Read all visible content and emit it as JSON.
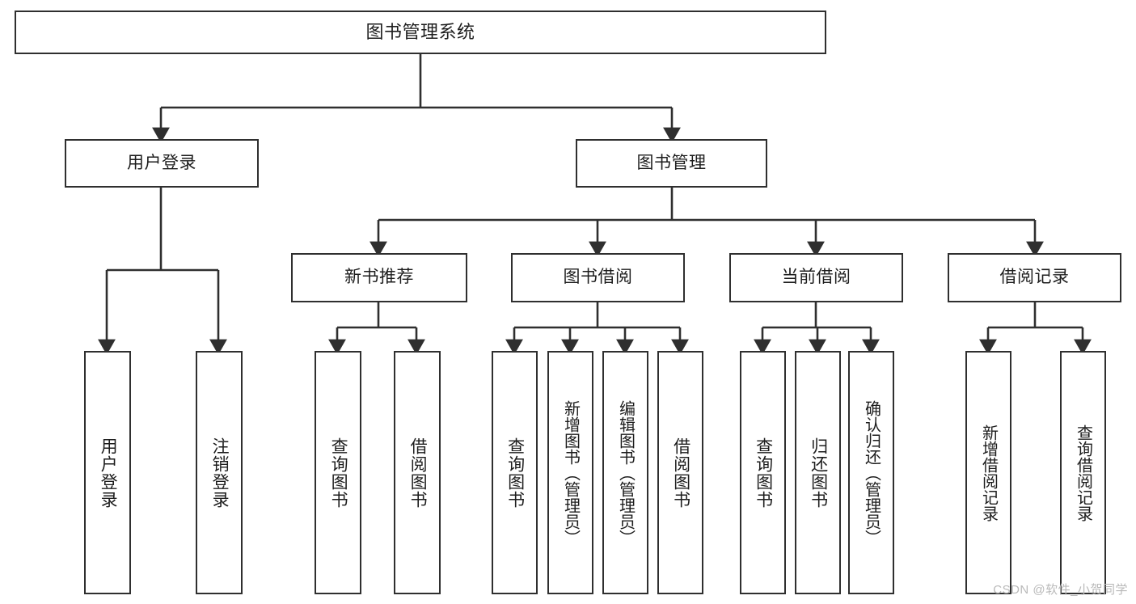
{
  "diagram": {
    "type": "tree-hierarchy-chart",
    "title": "图书管理系统",
    "line_color": "#2f2f2f",
    "box_fill": "#ffffff",
    "text_color": "#1d1d1d",
    "levels": [
      {
        "level": 1,
        "nodes": [
          {
            "id": "root",
            "label": "图书管理系统",
            "orientation": "horizontal"
          }
        ]
      },
      {
        "level": 2,
        "nodes": [
          {
            "id": "user-login",
            "label": "用户登录",
            "orientation": "horizontal"
          },
          {
            "id": "book-manage",
            "label": "图书管理",
            "orientation": "horizontal"
          }
        ]
      },
      {
        "level": 3,
        "nodes": [
          {
            "id": "new-book-rec",
            "label": "新书推荐",
            "orientation": "horizontal"
          },
          {
            "id": "book-borrow",
            "label": "图书借阅",
            "orientation": "horizontal"
          },
          {
            "id": "current-borrow",
            "label": "当前借阅",
            "orientation": "horizontal"
          },
          {
            "id": "borrow-record",
            "label": "借阅记录",
            "orientation": "horizontal"
          }
        ]
      },
      {
        "level": 4,
        "nodes": [
          {
            "id": "leaf-user-login",
            "label": "用户登录",
            "orientation": "vertical",
            "parent": "user-login"
          },
          {
            "id": "leaf-logout",
            "label": "注销登录",
            "orientation": "vertical",
            "parent": "user-login"
          },
          {
            "id": "leaf-query-book-1",
            "label": "查询图书",
            "orientation": "vertical",
            "parent": "new-book-rec"
          },
          {
            "id": "leaf-borrow-book-1",
            "label": "借阅图书",
            "orientation": "vertical",
            "parent": "new-book-rec"
          },
          {
            "id": "leaf-query-book-2",
            "label": "查询图书",
            "orientation": "vertical",
            "parent": "book-borrow"
          },
          {
            "id": "leaf-add-book",
            "label": "新增图书（管理员）",
            "orientation": "vertical",
            "parent": "book-borrow"
          },
          {
            "id": "leaf-edit-book",
            "label": "编辑图书（管理员）",
            "orientation": "vertical",
            "parent": "book-borrow"
          },
          {
            "id": "leaf-borrow-book-2",
            "label": "借阅图书",
            "orientation": "vertical",
            "parent": "book-borrow"
          },
          {
            "id": "leaf-query-book-3",
            "label": "查询图书",
            "orientation": "vertical",
            "parent": "current-borrow"
          },
          {
            "id": "leaf-return-book",
            "label": "归还图书",
            "orientation": "vertical",
            "parent": "current-borrow"
          },
          {
            "id": "leaf-confirm-return",
            "label": "确认归还（管理员）",
            "orientation": "vertical",
            "parent": "current-borrow"
          },
          {
            "id": "leaf-add-record",
            "label": "新增借阅记录",
            "orientation": "vertical",
            "parent": "borrow-record"
          },
          {
            "id": "leaf-query-record",
            "label": "查询借阅记录",
            "orientation": "vertical",
            "parent": "borrow-record"
          }
        ]
      }
    ]
  },
  "watermark": {
    "text": "CSDN @软件_小贺同学"
  }
}
